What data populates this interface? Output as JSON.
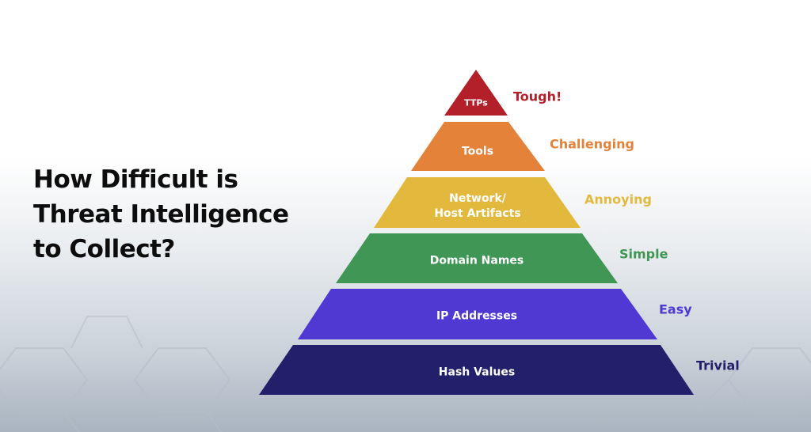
{
  "slide": {
    "title_lines": [
      "How Difficult is",
      "Threat Intelligence",
      "to Collect?"
    ]
  },
  "pyramid": {
    "tiers": [
      {
        "label": "TTPs",
        "difficulty": "Tough!",
        "color": "#b3202a",
        "text_color": "#b3202a"
      },
      {
        "label": "Tools",
        "difficulty": "Challenging",
        "color": "#e5823a",
        "text_color": "#e5823a"
      },
      {
        "label_lines": [
          "Network/",
          "Host Artifacts"
        ],
        "difficulty": "Annoying",
        "color": "#e2b93d",
        "text_color": "#e2b93d"
      },
      {
        "label": "Domain Names",
        "difficulty": "Simple",
        "color": "#3f9655",
        "text_color": "#3f9655"
      },
      {
        "label": "IP Addresses",
        "difficulty": "Easy",
        "color": "#5038d3",
        "text_color": "#5038d3"
      },
      {
        "label": "Hash Values",
        "difficulty": "Trivial",
        "color": "#221f6b",
        "text_color": "#221f6b"
      }
    ]
  },
  "chart_data": {
    "type": "pyramid",
    "title": "How Difficult is Threat Intelligence to Collect?",
    "levels_top_to_bottom": [
      {
        "indicator": "TTPs",
        "difficulty": "Tough!"
      },
      {
        "indicator": "Tools",
        "difficulty": "Challenging"
      },
      {
        "indicator": "Network/Host Artifacts",
        "difficulty": "Annoying"
      },
      {
        "indicator": "Domain Names",
        "difficulty": "Simple"
      },
      {
        "indicator": "IP Addresses",
        "difficulty": "Easy"
      },
      {
        "indicator": "Hash Values",
        "difficulty": "Trivial"
      }
    ]
  }
}
